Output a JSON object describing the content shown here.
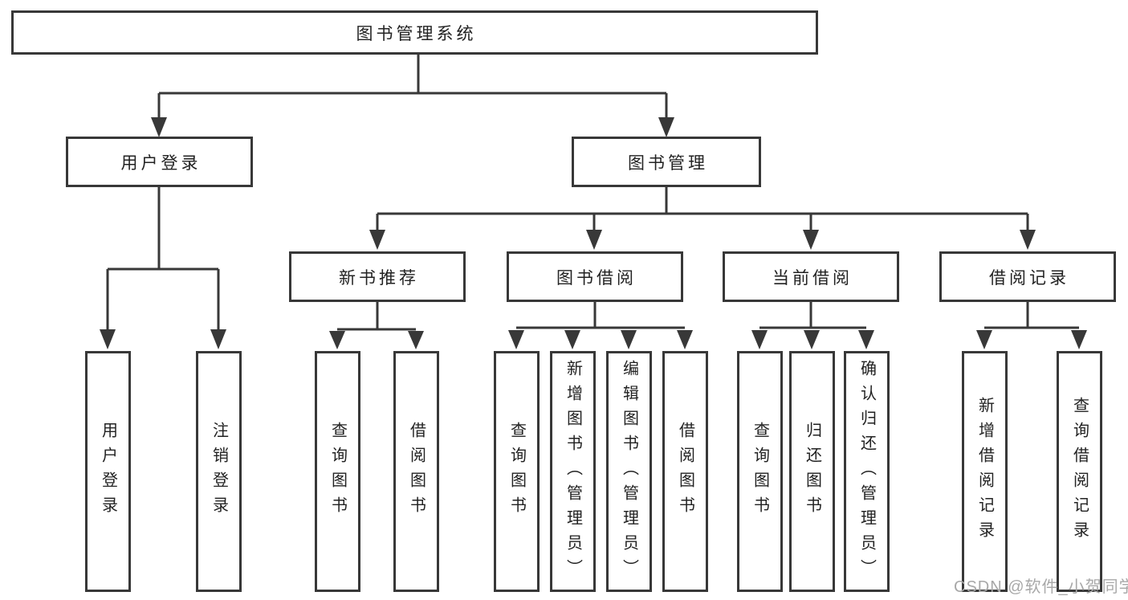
{
  "colors": {
    "line": "#383838",
    "text": "#222222",
    "watermark": "#a8a8a8",
    "background": "#ffffff"
  },
  "root": {
    "label": "图书管理系统"
  },
  "level2": [
    {
      "label": "用户登录"
    },
    {
      "label": "图书管理"
    }
  ],
  "level3": [
    {
      "label": "新书推荐"
    },
    {
      "label": "图书借阅"
    },
    {
      "label": "当前借阅"
    },
    {
      "label": "借阅记录"
    }
  ],
  "leaves": {
    "user_login": [
      {
        "label": "用户登录"
      },
      {
        "label": "注销登录"
      }
    ],
    "new_book_recommend": [
      {
        "label": "查询图书"
      },
      {
        "label": "借阅图书"
      }
    ],
    "book_borrow": [
      {
        "label": "查询图书"
      },
      {
        "label": "新增图书（管理员）"
      },
      {
        "label": "编辑图书（管理员）"
      },
      {
        "label": "借阅图书"
      }
    ],
    "current_borrow": [
      {
        "label": "查询图书"
      },
      {
        "label": "归还图书"
      },
      {
        "label": "确认归还（管理员）"
      }
    ],
    "borrow_records": [
      {
        "label": "新增借阅记录"
      },
      {
        "label": "查询借阅记录"
      }
    ]
  },
  "watermark": {
    "text": "CSDN @软件_小贺同学"
  }
}
